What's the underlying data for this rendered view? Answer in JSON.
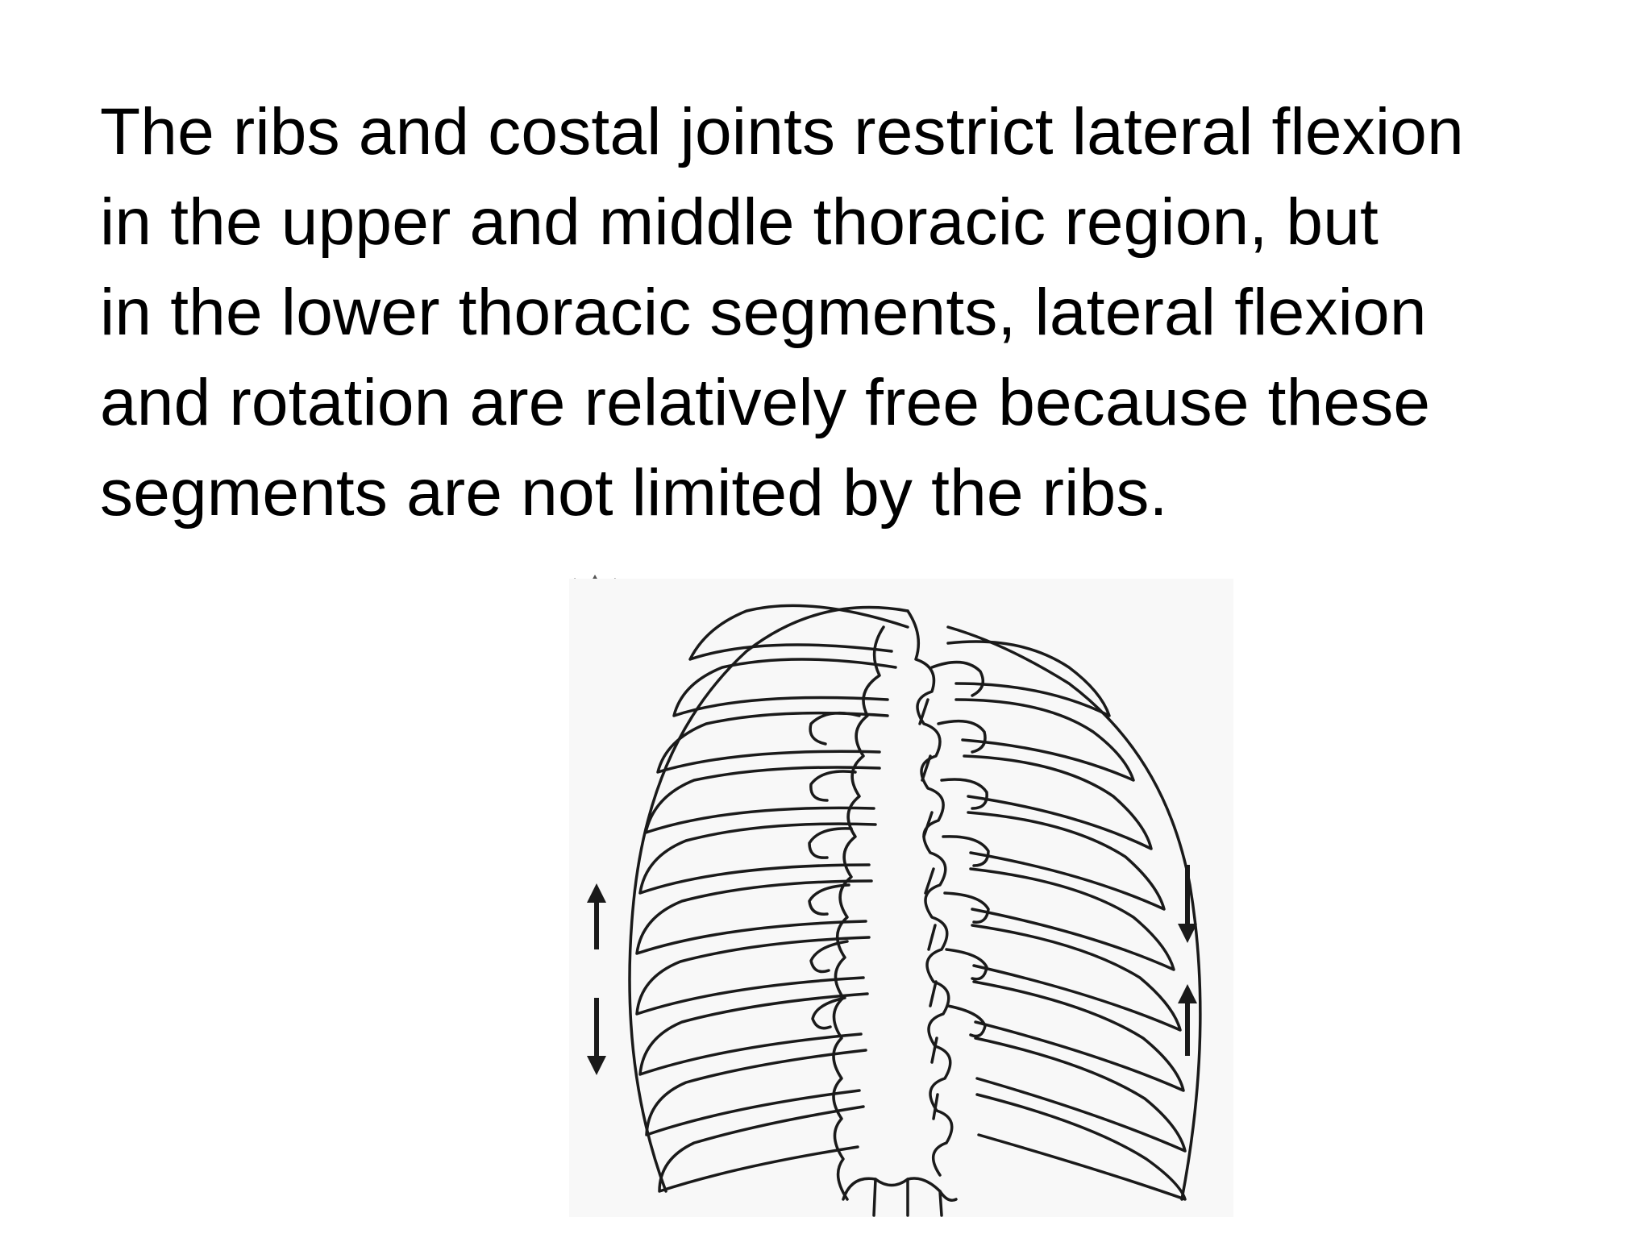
{
  "slide": {
    "text_lines": [
      "The ribs and costal joints restrict lateral flexion",
      "in the upper and middle thoracic region, but",
      "in the lower thoracic segments, lateral flexion",
      "and rotation are relatively free because these",
      "segments are not limited by the ribs."
    ]
  },
  "figure": {
    "subject": "thoracic rib cage posterior view line drawing",
    "icons": [
      "arrow-up-icon",
      "arrow-down-icon"
    ],
    "colors": {
      "ink": "#1a1a1a",
      "paper": "#f8f8f8",
      "text": "#000000"
    }
  }
}
